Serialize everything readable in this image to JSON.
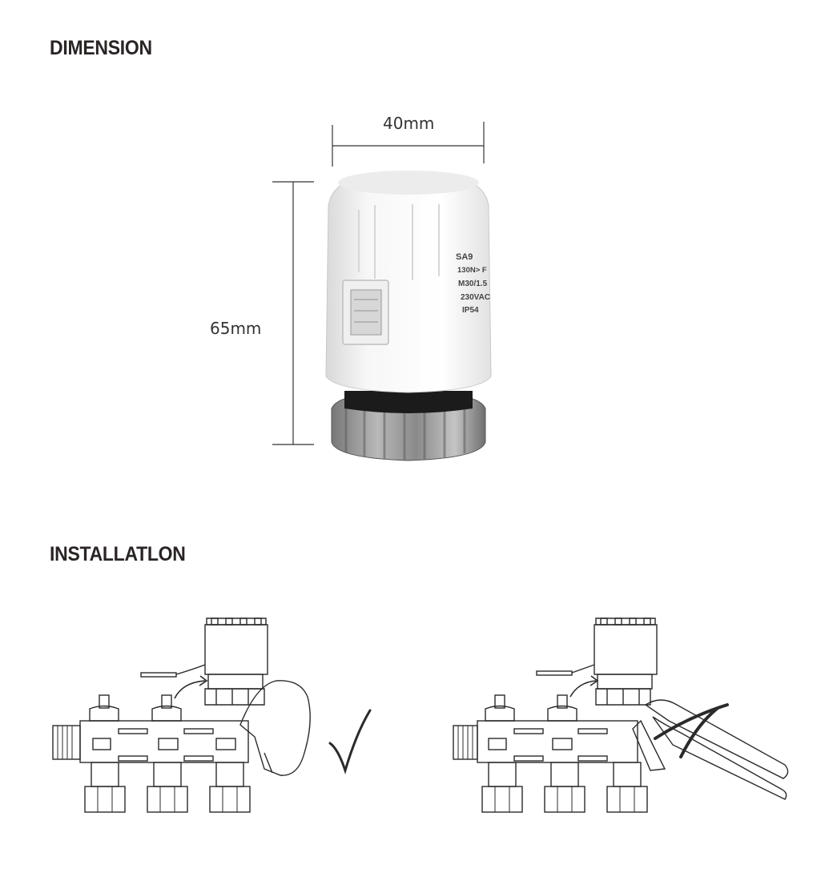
{
  "sections": {
    "dimension": {
      "title": "DIMENSION"
    },
    "installation": {
      "title": "INSTALLATLON"
    }
  },
  "dimensions": {
    "width": "40mm",
    "height": "65mm"
  },
  "product": {
    "label_lines": [
      "SA9",
      "130N> F",
      "M30/1.5",
      "230VAC",
      "IP54"
    ]
  },
  "installation": {
    "correct_mark": "check-mark",
    "incorrect_mark": "cross-mark"
  }
}
